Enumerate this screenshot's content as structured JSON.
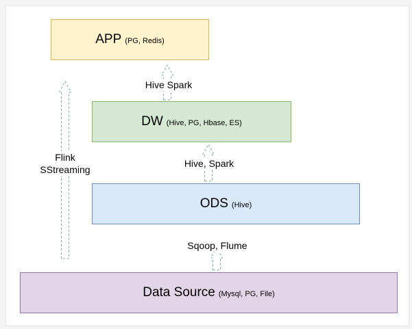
{
  "nodes": {
    "app": {
      "title": "APP",
      "detail": "(PG, Redis)"
    },
    "dw": {
      "title": "DW",
      "detail": "(Hive, PG, Hbase, ES)"
    },
    "ods": {
      "title": "ODS",
      "detail": "(Hive)"
    },
    "source": {
      "title": "Data Source",
      "detail": "(Mysql, PG, File)"
    }
  },
  "edges": {
    "dw_to_app": {
      "label": "Hive  Spark"
    },
    "ods_to_dw": {
      "label": "Hive, Spark"
    },
    "source_to_ods": {
      "label": "Sqoop, Flume"
    },
    "source_to_app": {
      "label_line1": "Flink",
      "label_line2": "SStreaming"
    }
  },
  "colors": {
    "app_fill": "#fff2cc",
    "dw_fill": "#d5e8d4",
    "ods_fill": "#dae8fc",
    "source_fill": "#e1d5e7",
    "arrow_stroke": "#6fa8a0"
  }
}
